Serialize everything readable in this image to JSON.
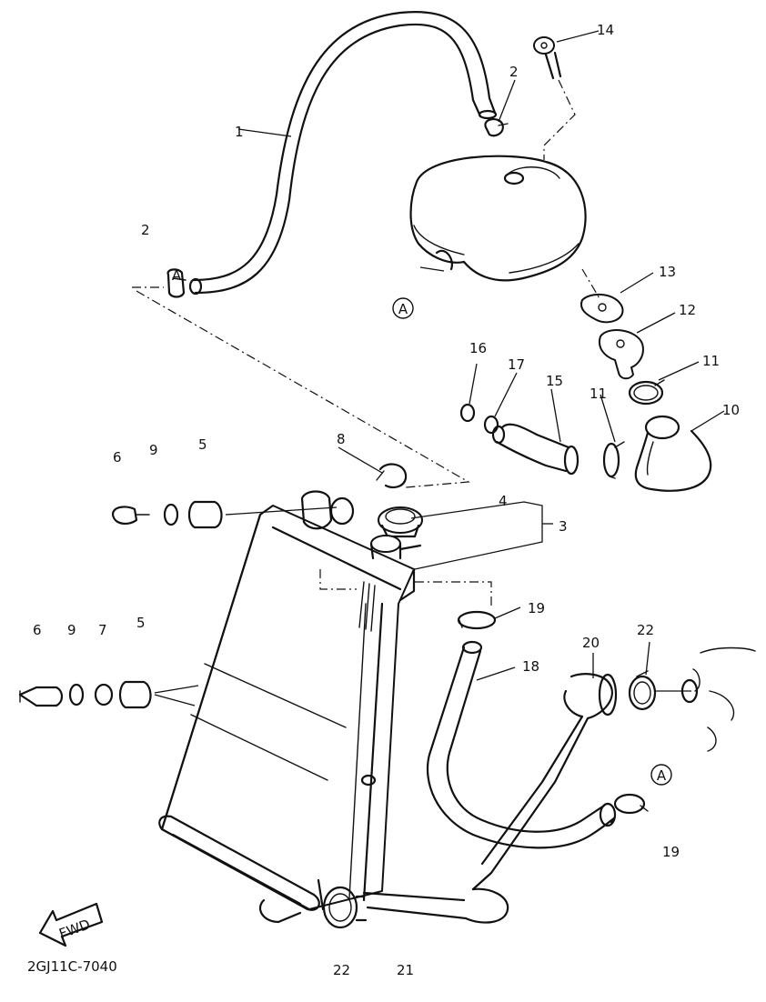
{
  "diagram": {
    "labels": {
      "l1": "1",
      "l2a": "2",
      "l2b": "2",
      "l3": "3",
      "l4": "4",
      "l5a": "5",
      "l5b": "5",
      "l6a": "6",
      "l6b": "6",
      "l7": "7",
      "l8": "8",
      "l9a": "9",
      "l9b": "9",
      "l10": "10",
      "l11a": "11",
      "l11b": "11",
      "l12": "12",
      "l13": "13",
      "l14": "14",
      "l15": "15",
      "l16": "16",
      "l17": "17",
      "l18": "18",
      "l19a": "19",
      "l19b": "19",
      "l20": "20",
      "l21": "21",
      "l22a": "22",
      "l22b": "22"
    },
    "markers": {
      "a1": "A",
      "a2": "A",
      "a3": "A"
    },
    "fwd": "FWD",
    "code": "2GJ11C-7040"
  }
}
